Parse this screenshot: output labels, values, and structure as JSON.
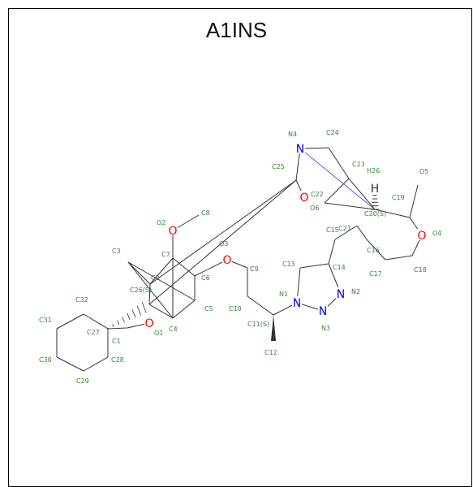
{
  "title": "A1INS",
  "colors": {
    "bond": "#333333",
    "atom_label": "#2e8b2e",
    "oxygen": "#ff0000",
    "nitrogen": "#0000ff",
    "hydrogen": "#333333",
    "extra_bond": "#3333ff"
  },
  "atoms": [
    {
      "id": "C1",
      "label": "C1"
    },
    {
      "id": "C2",
      "label": "C2"
    },
    {
      "id": "C3",
      "label": "C3"
    },
    {
      "id": "C4",
      "label": "C4"
    },
    {
      "id": "C5",
      "label": "C5"
    },
    {
      "id": "C6",
      "label": "C6"
    },
    {
      "id": "C7",
      "label": "C7"
    },
    {
      "id": "C8",
      "label": "C8"
    },
    {
      "id": "C9",
      "label": "C9"
    },
    {
      "id": "C10",
      "label": "C10"
    },
    {
      "id": "C11",
      "label": "C11(S)"
    },
    {
      "id": "C12",
      "label": "C12"
    },
    {
      "id": "C13",
      "label": "C13"
    },
    {
      "id": "C14",
      "label": "C14"
    },
    {
      "id": "C15",
      "label": "C15"
    },
    {
      "id": "C16",
      "label": "C16"
    },
    {
      "id": "C17",
      "label": "C17"
    },
    {
      "id": "C18",
      "label": "C18"
    },
    {
      "id": "C19",
      "label": "C19"
    },
    {
      "id": "C20",
      "label": "C20(S)"
    },
    {
      "id": "C21",
      "label": "C21"
    },
    {
      "id": "C22",
      "label": "C22"
    },
    {
      "id": "C23",
      "label": "C23"
    },
    {
      "id": "C24",
      "label": "C24"
    },
    {
      "id": "C25",
      "label": "C25"
    },
    {
      "id": "C26",
      "label": "C26(S)"
    },
    {
      "id": "C27",
      "label": "C27"
    },
    {
      "id": "C28",
      "label": "C28"
    },
    {
      "id": "C29",
      "label": "C29"
    },
    {
      "id": "C30",
      "label": "C30"
    },
    {
      "id": "C31",
      "label": "C31"
    },
    {
      "id": "C32",
      "label": "C32"
    },
    {
      "id": "O1",
      "label": "O1"
    },
    {
      "id": "O2",
      "label": "O2"
    },
    {
      "id": "O3",
      "label": "O3"
    },
    {
      "id": "O4",
      "label": "O4"
    },
    {
      "id": "O5",
      "label": "O5"
    },
    {
      "id": "O6",
      "label": "O6"
    },
    {
      "id": "N1",
      "label": "N1"
    },
    {
      "id": "N2",
      "label": "N2"
    },
    {
      "id": "N3",
      "label": "N3"
    },
    {
      "id": "N4",
      "label": "N4"
    },
    {
      "id": "H26",
      "label": "H26"
    }
  ],
  "heteroatoms": [
    {
      "id": "O1",
      "symbol": "O"
    },
    {
      "id": "O2",
      "symbol": "O"
    },
    {
      "id": "O3",
      "symbol": "O"
    },
    {
      "id": "O4",
      "symbol": "O"
    },
    {
      "id": "O6",
      "symbol": "O"
    },
    {
      "id": "N1",
      "symbol": "N"
    },
    {
      "id": "N2",
      "symbol": "N"
    },
    {
      "id": "N3",
      "symbol": "N"
    },
    {
      "id": "N4",
      "symbol": "N"
    },
    {
      "id": "H26",
      "symbol": "H"
    }
  ]
}
